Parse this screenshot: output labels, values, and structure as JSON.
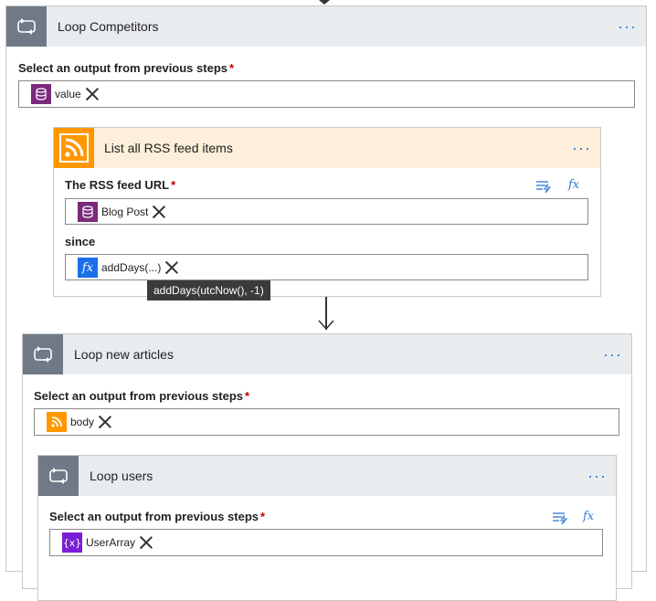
{
  "loop_competitors": {
    "title": "Loop Competitors",
    "menu": "···",
    "field_label": "Select an output from previous steps",
    "required_mark": "*",
    "token_label": "value"
  },
  "rss_action": {
    "title": "List all RSS feed items",
    "menu": "···",
    "url_label": "The RSS feed URL",
    "required_mark": "*",
    "url_token": "Blog Post",
    "since_label": "since",
    "since_token": "addDays(...)",
    "since_token_icon": "fx",
    "tooltip": "addDays(utcNow(), -1)",
    "tool_fx": "fx"
  },
  "loop_articles": {
    "title": "Loop new articles",
    "menu": "···",
    "field_label": "Select an output from previous steps",
    "required_mark": "*",
    "token_label": "body"
  },
  "loop_users": {
    "title": "Loop users",
    "menu": "···",
    "field_label": "Select an output from previous steps",
    "required_mark": "*",
    "token_label": "UserArray",
    "token_icon": "{x}",
    "tool_fx": "fx"
  },
  "colors": {
    "loop_header": "#e9ecef",
    "loop_icon": "#6f7a86",
    "rss_orange": "#ff9800",
    "accent_blue": "#2d7ad6",
    "required_red": "#c00000"
  }
}
